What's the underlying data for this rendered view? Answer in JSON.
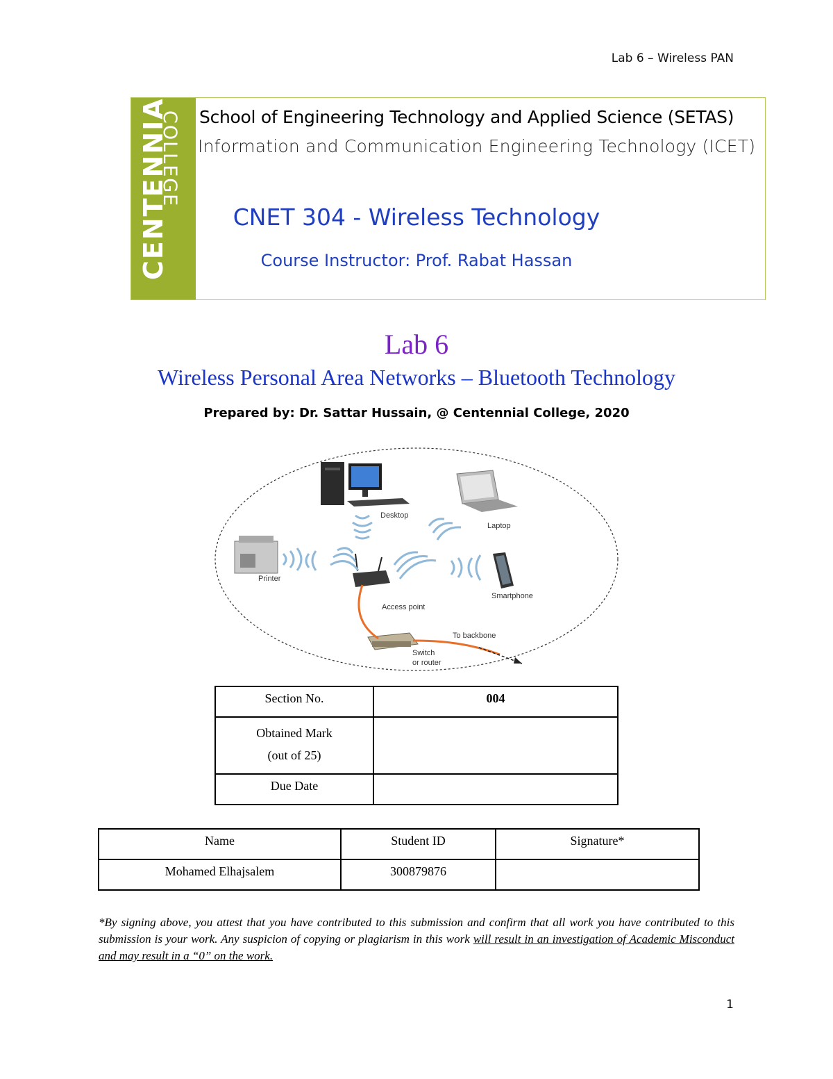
{
  "header": {
    "running_title": "Lab 6 – Wireless PAN"
  },
  "banner": {
    "logo_word_1": "CENTENNIAL",
    "logo_word_2": "COLLEGE",
    "school": "School of Engineering Technology and Applied Science (SETAS)",
    "department": "Information and Communication Engineering Technology (ICET)",
    "course": "CNET 304 - Wireless Technology",
    "instructor": "Course Instructor: Prof. Rabat Hassan",
    "colors": {
      "logo_green": "#9cb030",
      "border": "#b5c85a",
      "course_blue": "#1f3fbf"
    }
  },
  "title": {
    "lab": "Lab 6",
    "subtitle": "Wireless Personal Area Networks – Bluetooth Technology",
    "prepared_by": "Prepared by: Dr. Sattar Hussain, @ Centennial College, 2020"
  },
  "diagram": {
    "labels": {
      "desktop": "Desktop",
      "laptop": "Laptop",
      "printer": "Printer",
      "smartphone": "Smartphone",
      "access_point": "Access point",
      "to_backbone": "To backbone",
      "switch_line1": "Switch",
      "switch_line2": "or router"
    }
  },
  "info_table": {
    "rows": [
      {
        "label": "Section No.",
        "value": "004"
      },
      {
        "label_line1": "Obtained Mark",
        "label_line2": "(out of 25)",
        "value": ""
      },
      {
        "label": "Due Date",
        "value": ""
      }
    ]
  },
  "student_table": {
    "headers": [
      "Name",
      "Student ID",
      "Signature*"
    ],
    "rows": [
      [
        "Mohamed Elhajsalem",
        "300879876",
        ""
      ]
    ]
  },
  "disclaimer": {
    "text": "*By signing above, you attest that you have contributed to this submission and confirm that all work you have contributed to this submission is your work. Any suspicion of copying or plagiarism in this work ",
    "underlined": "will result in an investigation of Academic Misconduct and may result in a “0” on the work."
  },
  "footer": {
    "page_number": "1"
  }
}
